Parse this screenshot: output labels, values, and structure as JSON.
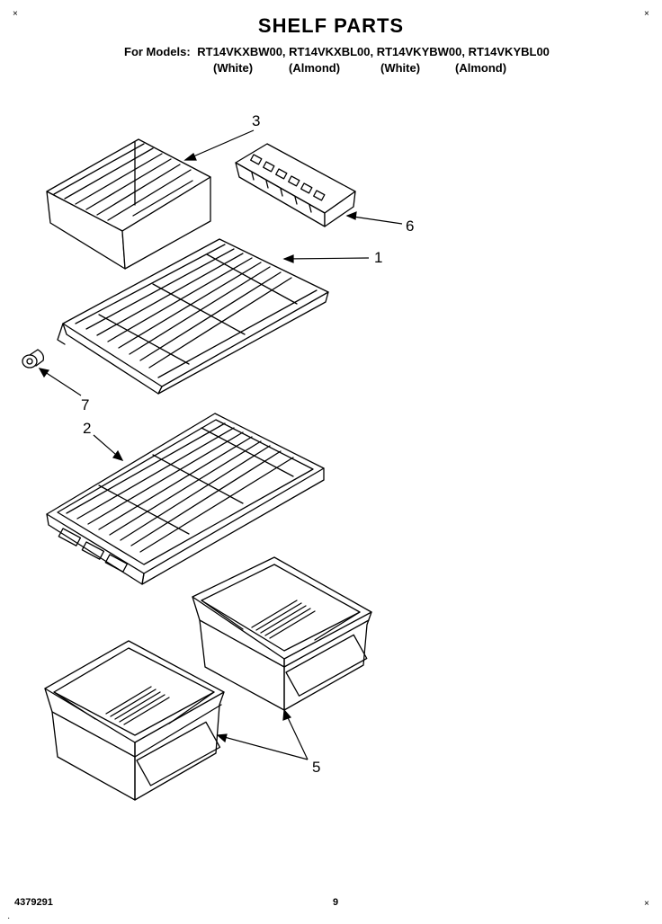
{
  "title": "SHELF PARTS",
  "models": {
    "label": "For Models:",
    "list": [
      "RT14VKXBW00,",
      "RT14VKXBL00,",
      "RT14VKYBW00,",
      "RT14VKYBL00"
    ],
    "finishes": [
      "(White)",
      "(Almond)",
      "(White)",
      "(Almond)"
    ]
  },
  "callouts": [
    "1",
    "2",
    "3",
    "5",
    "6",
    "7"
  ],
  "footer": {
    "doc_number": "4379291",
    "page_number": "9"
  },
  "colors": {
    "ink": "#000000",
    "paper": "#ffffff"
  }
}
